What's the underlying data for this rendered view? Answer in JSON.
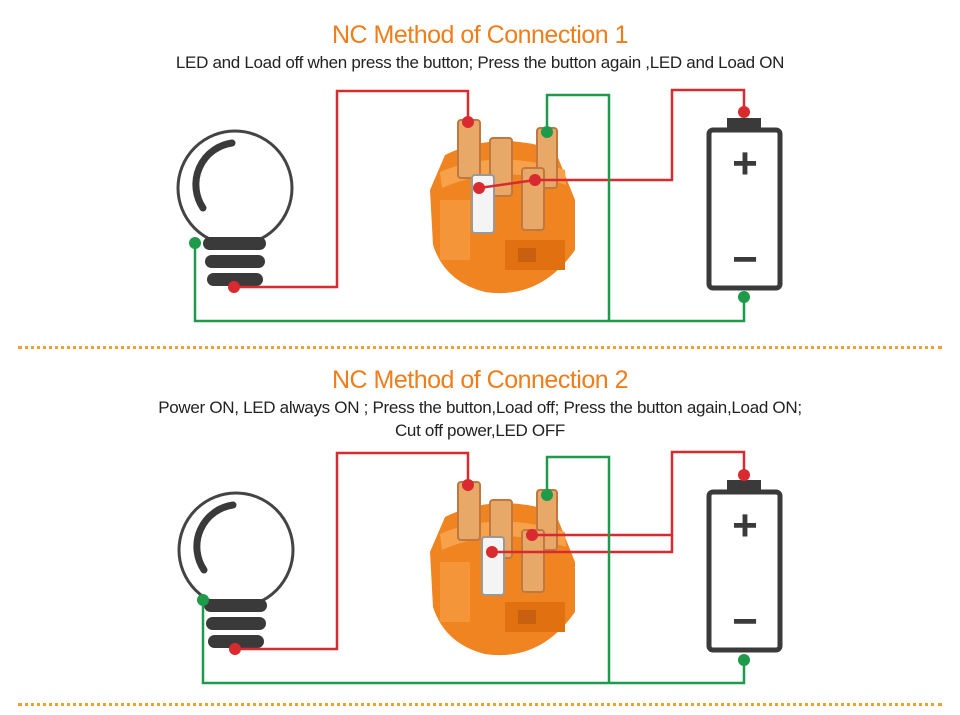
{
  "colors": {
    "accent": "#f07d1a",
    "positive_wire": "#d92a30",
    "negative_wire": "#1e9a4b",
    "switch_body": "#f28a1e",
    "terminal": "#e8a868",
    "divider": "#f0a030"
  },
  "sections": [
    {
      "title": "NC  Method of Connection 1",
      "description_lines": [
        "LED and Load off when press the button; Press the button again ,LED and Load ON"
      ]
    },
    {
      "title": "NC  Method of Connection 2",
      "description_lines": [
        "Power ON, LED always ON ; Press the button,Load off;  Press the button again,Load ON;",
        "Cut off power,LED OFF"
      ]
    }
  ],
  "battery": {
    "plus_symbol": "+",
    "minus_symbol": "−"
  }
}
